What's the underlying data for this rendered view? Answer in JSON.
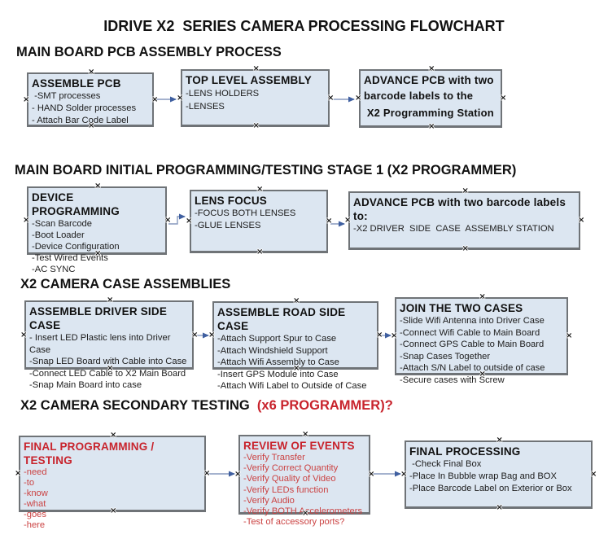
{
  "title": "IDRIVE X2  SERIES CAMERA PROCESSING FLOWCHART",
  "colors": {
    "box_fill": "#dce6f1",
    "box_border": "#6f7377",
    "connector_line": "#8799bd",
    "connector_arrow": "#3f5fa0",
    "red_heading": "#c8232c",
    "red_item": "#cb4343",
    "text": "#111111"
  },
  "sections": [
    {
      "heading": "MAIN BOARD PCB ASSEMBLY PROCESS",
      "heading_red": "",
      "boxes": [
        {
          "title": "ASSEMBLE PCB",
          "items": [
            " -SMT processes",
            "- HAND Solder processes",
            "- Attach Bar Code Label"
          ]
        },
        {
          "title": "TOP LEVEL ASSEMBLY",
          "items": [
            "-LENS HOLDERS",
            "-LENSES"
          ]
        },
        {
          "title": "ADVANCE PCB with two",
          "items": [
            "barcode labels to the",
            " X2 Programming Station"
          ],
          "bold_items": true
        }
      ]
    },
    {
      "heading": "MAIN BOARD INITIAL PROGRAMMING/TESTING STAGE 1 (X2 PROGRAMMER)",
      "heading_red": "",
      "boxes": [
        {
          "title": "DEVICE PROGRAMMING",
          "items": [
            "-Scan Barcode",
            "-Boot Loader",
            "-Device Configuration",
            "-Test Wired Events",
            "-AC SYNC"
          ]
        },
        {
          "title": "LENS FOCUS",
          "items": [
            "-FOCUS BOTH LENSES",
            "-GLUE LENSES"
          ]
        },
        {
          "title": "ADVANCE PCB with two barcode labels to:",
          "items": [
            "-X2 DRIVER  SIDE  CASE  ASSEMBLY STATION"
          ]
        }
      ]
    },
    {
      "heading": "X2 CAMERA CASE ASSEMBLIES",
      "heading_red": "",
      "boxes": [
        {
          "title": "ASSEMBLE DRIVER SIDE CASE",
          "items": [
            "- Insert LED Plastic lens into Driver Case",
            "-Snap LED Board with Cable into Case",
            "-Connect LED Cable to X2 Main Board",
            "-Snap Main Board into case"
          ]
        },
        {
          "title": "ASSEMBLE ROAD SIDE CASE",
          "items": [
            "-Attach Support Spur to Case",
            "-Attach Windshield Support",
            "-Attach Wifi Assembly to Case",
            "-Insert GPS Module into Case",
            "-Attach Wifi Label to Outside of Case"
          ]
        },
        {
          "title": "JOIN THE TWO CASES",
          "items": [
            "-Slide Wifi Antenna into Driver Case",
            "-Connect Wifi Cable to Main Board",
            "-Connect GPS Cable to Main Board",
            "-Snap Cases Together",
            "-Attach S/N Label to outside of case",
            "-Secure cases with Screw"
          ]
        }
      ]
    },
    {
      "heading": "X2 CAMERA SECONDARY TESTING",
      "heading_red": "  (x6 PROGRAMMER)?",
      "boxes": [
        {
          "title": "FINAL PROGRAMMING / TESTING",
          "red": true,
          "items": [
            "-need",
            "-to",
            "-know",
            "-what",
            "-goes",
            "-here"
          ]
        },
        {
          "title": "REVIEW OF EVENTS",
          "red": true,
          "items": [
            "-Verify Transfer",
            "-Verify Correct Quantity",
            "-Verify Quality of Video",
            "-Verify LEDs function",
            "-Verify Audio",
            "-Verify BOTH Accelerometers",
            "-Test of accessory ports?"
          ]
        },
        {
          "title": "FINAL PROCESSING",
          "items": [
            " -Check Final Box",
            "-Place In Bubble wrap Bag and BOX",
            "-Place Barcode Label on Exterior or Box"
          ]
        }
      ]
    }
  ]
}
